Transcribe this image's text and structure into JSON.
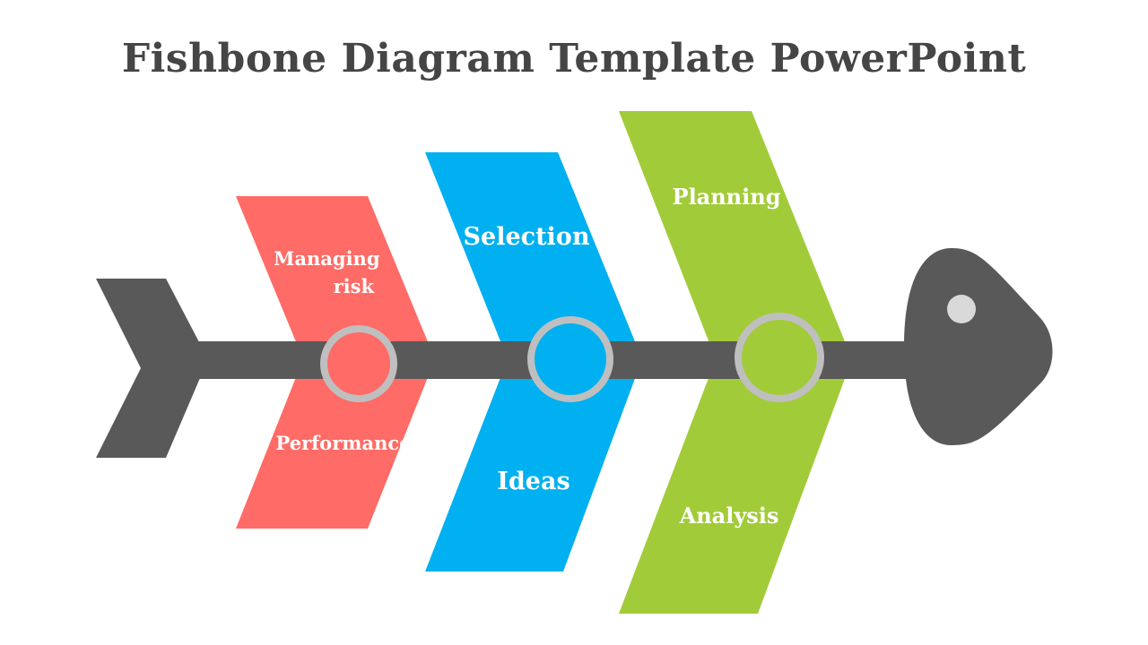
{
  "title": "Fishbone Diagram Template PowerPoint",
  "colors": {
    "spine": "#595959",
    "ring": "#bfbfbf",
    "eye": "#d9d9d9",
    "red": "#ff6b66",
    "blue": "#00b0f0",
    "green": "#a2cb39",
    "text": "#ffffff"
  },
  "bones": [
    {
      "color": "red",
      "top_label": [
        "Managing",
        "risk"
      ],
      "bottom_label": [
        "Performance"
      ]
    },
    {
      "color": "blue",
      "top_label": [
        "Selection"
      ],
      "bottom_label": [
        "Ideas"
      ]
    },
    {
      "color": "green",
      "top_label": [
        "Planning"
      ],
      "bottom_label": [
        "Analysis"
      ]
    }
  ]
}
